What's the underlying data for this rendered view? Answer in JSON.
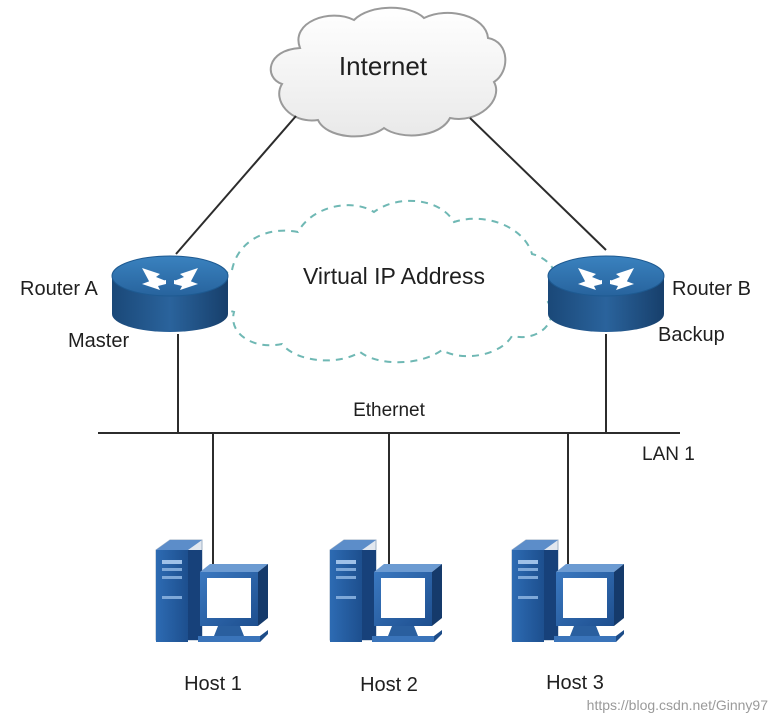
{
  "diagram": {
    "internet_label": "Internet",
    "virtual_ip_label": "Virtual IP Address",
    "router_a": {
      "name": "Router A",
      "role": "Master"
    },
    "router_b": {
      "name": "Router B",
      "role": "Backup"
    },
    "ethernet_label": "Ethernet",
    "lan_label": "LAN 1",
    "hosts": [
      "Host 1",
      "Host 2",
      "Host 3"
    ],
    "watermark": "https://blog.csdn.net/Ginny97"
  },
  "colors": {
    "router_top": "#2f6fa8",
    "router_side": "#1c4f82",
    "host_body": "#2b64a9",
    "host_body_dark": "#1b4a86",
    "host_screen": "#ffffff",
    "line": "#2c2c2c",
    "virtual_cloud_stroke": "#6fb8b4"
  },
  "icons": {
    "internet": "cloud-icon",
    "router": "router-icon",
    "host": "desktop-computer-icon"
  }
}
